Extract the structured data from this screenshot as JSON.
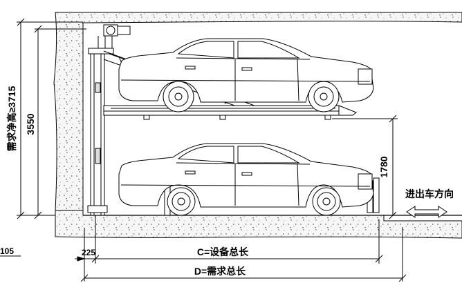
{
  "dimensions": {
    "clear_height_label": "需求净高≥3715",
    "total_height_value": "3550",
    "lower_clearance_value": "1780",
    "left_offset_value": "225",
    "left_cut_value": "105"
  },
  "lengths": {
    "equipment_length_label": "C=设备总长",
    "required_length_label": "D=需求总长"
  },
  "direction": {
    "label": "进出车方向",
    "arrow_glyph": "⟺"
  },
  "colors": {
    "line": "#000000",
    "concrete_fill": "#f4f4f4",
    "background": "#ffffff"
  }
}
